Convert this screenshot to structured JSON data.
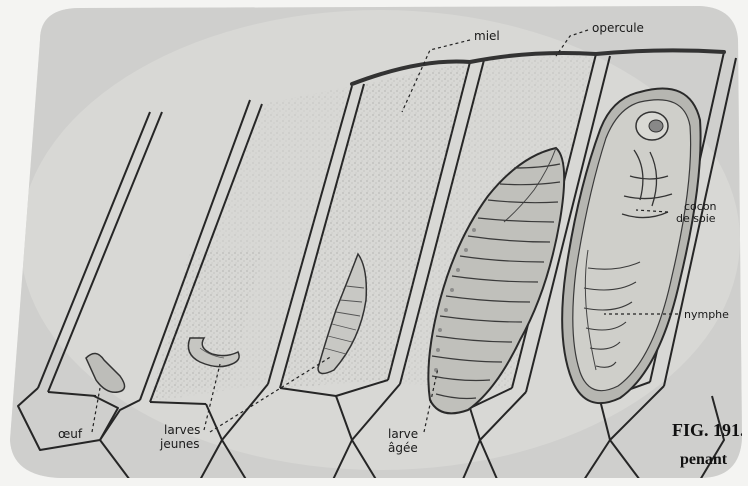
{
  "labels": {
    "miel": "miel",
    "opercule": "opercule",
    "cocon": "cocon\nde soie",
    "nymphe": "nymphe",
    "oeuf": "œuf",
    "larves_jeunes": "larves\njeunes",
    "larve_agee": "larve\nâgée"
  },
  "caption": {
    "fig": "FIG. 191.",
    "text": "penant"
  },
  "colors": {
    "paper": "#f4f4f2",
    "photo_bg": "#c9c9c7",
    "cell_fill": "#e6e6e3",
    "ink": "#262626",
    "stipple": "#6a6a6a"
  }
}
